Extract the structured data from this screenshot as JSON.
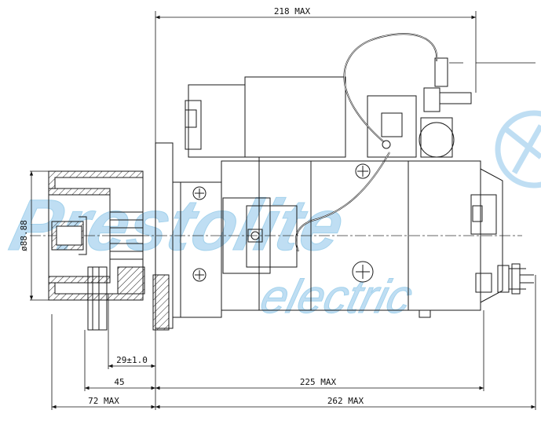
{
  "dimensions": {
    "overall_top": "218 MAX",
    "diameter": "ø88.88",
    "pinion_offset": "29±1.0",
    "flange_to_pinion": "45",
    "body_length": "225 MAX",
    "front_length": "72 MAX",
    "overall_length": "262 MAX"
  },
  "watermark": {
    "brand": "Prestolite",
    "sub": "electric",
    "color": "#3aa0dc"
  },
  "line_color": "#1a1a1a"
}
